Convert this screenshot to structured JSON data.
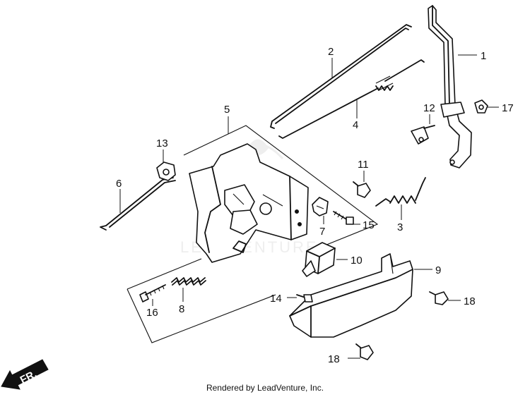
{
  "diagram": {
    "parts": [
      {
        "id": "p1",
        "number": "1"
      },
      {
        "id": "p2",
        "number": "2"
      },
      {
        "id": "p3",
        "number": "3"
      },
      {
        "id": "p4",
        "number": "4"
      },
      {
        "id": "p5",
        "number": "5"
      },
      {
        "id": "p6",
        "number": "6"
      },
      {
        "id": "p7",
        "number": "7"
      },
      {
        "id": "p8",
        "number": "8"
      },
      {
        "id": "p9",
        "number": "9"
      },
      {
        "id": "p10",
        "number": "10"
      },
      {
        "id": "p11",
        "number": "11"
      },
      {
        "id": "p12",
        "number": "12"
      },
      {
        "id": "p13",
        "number": "13"
      },
      {
        "id": "p14",
        "number": "14"
      },
      {
        "id": "p15",
        "number": "15"
      },
      {
        "id": "p16",
        "number": "16"
      },
      {
        "id": "p17",
        "number": "17"
      },
      {
        "id": "p18a",
        "number": "18"
      },
      {
        "id": "p18b",
        "number": "18"
      }
    ],
    "direction_marker": "FR.",
    "watermark": "LEADVENTURE"
  },
  "footer": {
    "credit": "Rendered by LeadVenture, Inc."
  }
}
